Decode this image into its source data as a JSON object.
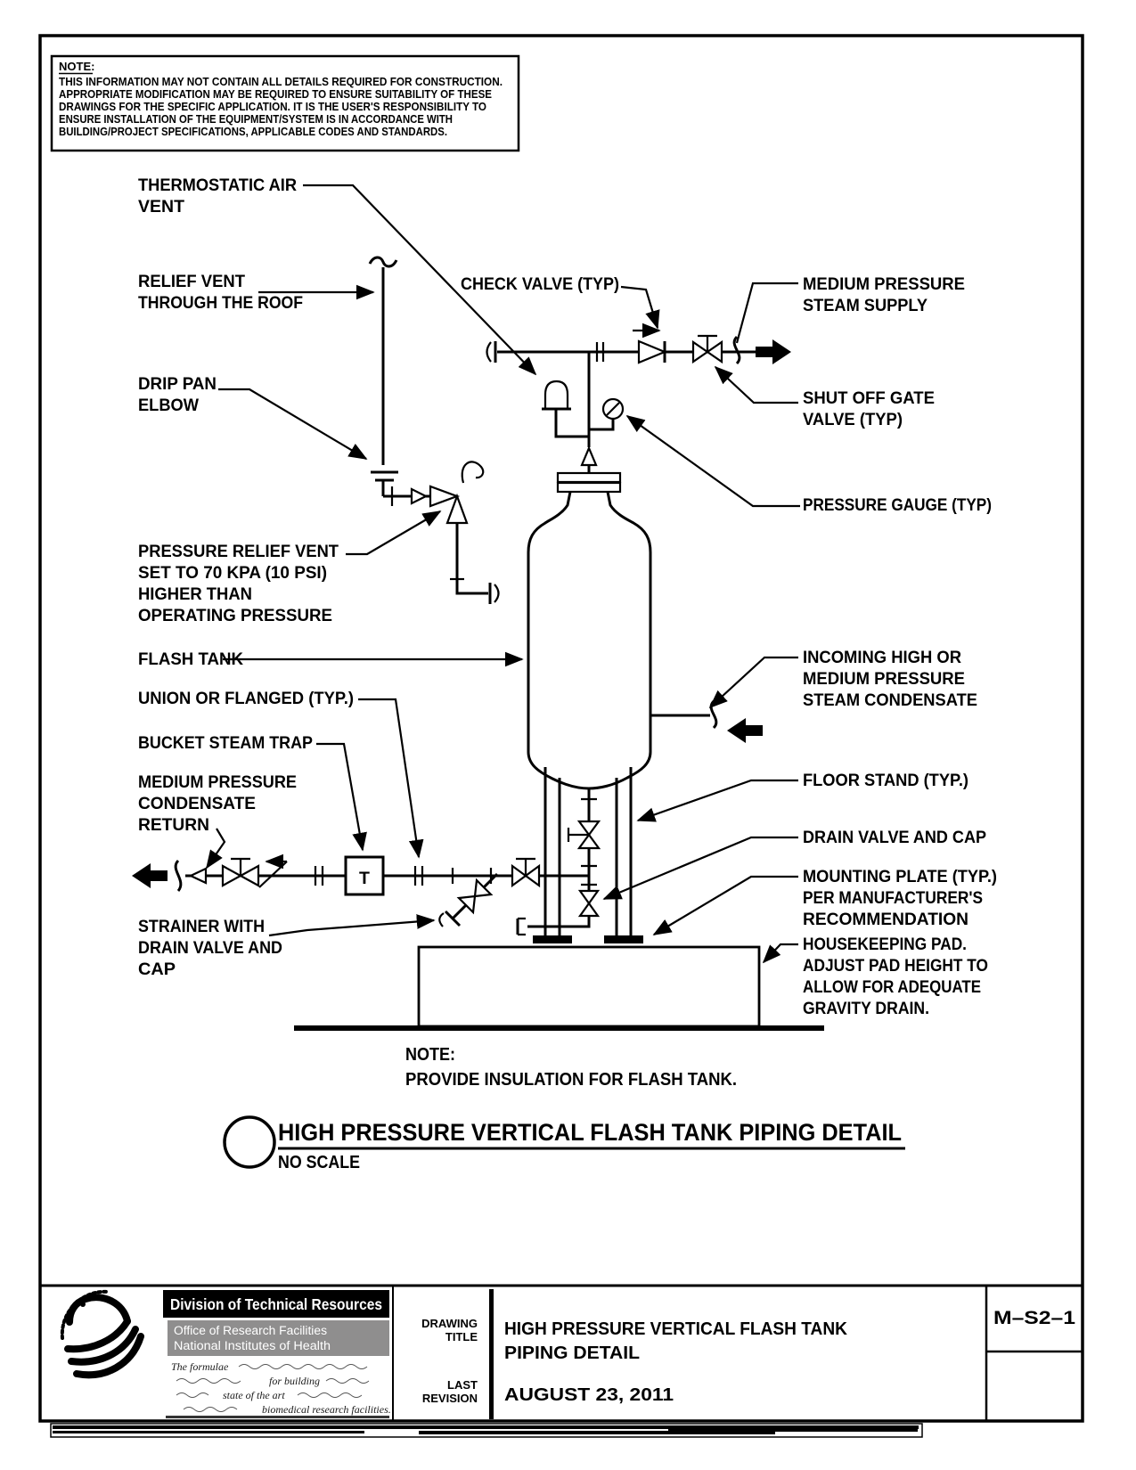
{
  "note_box": {
    "title": "NOTE:",
    "lines": [
      "THIS INFORMATION MAY NOT CONTAIN ALL DETAILS REQUIRED FOR CONSTRUCTION.",
      "APPROPRIATE MODIFICATION MAY BE REQUIRED TO ENSURE SUITABILITY OF THESE",
      "DRAWINGS FOR THE SPECIFIC APPLICATION.  IT IS THE USER'S RESPONSIBILITY TO",
      "ENSURE INSTALLATION OF THE EQUIPMENT/SYSTEM IS IN ACCORDANCE WITH",
      "BUILDING/PROJECT SPECIFICATIONS, APPLICABLE CODES AND STANDARDS."
    ]
  },
  "diagram": {
    "labels": {
      "thermostatic_air_vent": [
        "THERMOSTATIC AIR",
        "VENT"
      ],
      "relief_vent": [
        "RELIEF VENT",
        "THROUGH THE ROOF"
      ],
      "drip_pan_elbow": [
        "DRIP PAN",
        "ELBOW"
      ],
      "check_valve": [
        "CHECK VALVE (TYP)"
      ],
      "medium_pressure_steam_supply": [
        "MEDIUM PRESSURE",
        "STEAM SUPPLY"
      ],
      "shut_off_gate_valve": [
        "SHUT OFF GATE",
        "VALVE (TYP)"
      ],
      "pressure_gauge": [
        "PRESSURE GAUGE (TYP)"
      ],
      "pressure_relief_vent": [
        "PRESSURE RELIEF VENT",
        "SET TO 70 KPA (10 PSI)",
        "HIGHER THAN",
        "OPERATING PRESSURE"
      ],
      "flash_tank": [
        "FLASH TANK"
      ],
      "union_or_flanged": [
        "UNION OR FLANGED (TYP.)"
      ],
      "bucket_steam_trap": [
        "BUCKET STEAM TRAP"
      ],
      "medium_pressure_condensate_return": [
        "MEDIUM PRESSURE",
        "CONDENSATE",
        "RETURN"
      ],
      "strainer": [
        "STRAINER WITH",
        "DRAIN VALVE AND",
        "CAP"
      ],
      "incoming_condensate": [
        "INCOMING HIGH OR",
        "MEDIUM PRESSURE",
        "STEAM CONDENSATE"
      ],
      "floor_stand": [
        "FLOOR STAND (TYP.)"
      ],
      "drain_valve_and_cap": [
        "DRAIN VALVE AND CAP"
      ],
      "mounting_plate": [
        "MOUNTING PLATE (TYP.)",
        "PER MANUFACTURER'S",
        "RECOMMENDATION"
      ],
      "housekeeping_pad": [
        "HOUSEKEEPING PAD.",
        "ADJUST PAD HEIGHT TO",
        "ALLOW FOR ADEQUATE",
        "GRAVITY DRAIN."
      ]
    },
    "steam_trap_letter": "T",
    "bottom_note": {
      "title": "NOTE:",
      "text": "PROVIDE INSULATION FOR FLASH TANK."
    },
    "detail": {
      "title": "HIGH PRESSURE VERTICAL FLASH TANK PIPING DETAIL",
      "scale": "NO SCALE"
    }
  },
  "title_block": {
    "division": "Division of Technical Resources",
    "office": "Office of Research Facilities",
    "institutes": "National Institutes of Health",
    "tagline": {
      "lead": "The formulae",
      "mid1": "for building",
      "mid2": "state of the art",
      "tail": "biomedical research facilities."
    },
    "drawing_title_label": [
      "DRAWING",
      "TITLE"
    ],
    "drawing_title": [
      "HIGH PRESSURE VERTICAL FLASH TANK",
      "PIPING DETAIL"
    ],
    "last_revision_label": [
      "LAST",
      "REVISION"
    ],
    "last_revision": "AUGUST 23, 2011",
    "drawing_number": "M–S2–1"
  }
}
